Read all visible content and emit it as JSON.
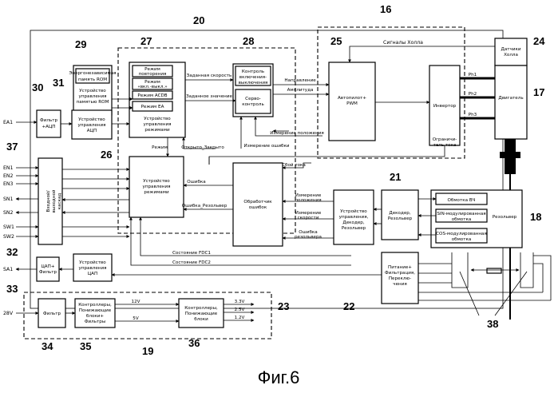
{
  "figure": {
    "caption": "Фиг.6"
  },
  "numbers": {
    "n16": "16",
    "n17": "17",
    "n18": "18",
    "n19": "19",
    "n20": "20",
    "n21": "21",
    "n22": "22",
    "n23": "23",
    "n24": "24",
    "n25": "25",
    "n26": "26",
    "n27": "27",
    "n28": "28",
    "n29": "29",
    "n30": "30",
    "n31": "31",
    "n32": "32",
    "n33": "33",
    "n34": "34",
    "n35": "35",
    "n36": "36",
    "n37": "37",
    "n38": "38"
  },
  "blocks": {
    "rom_l1": "Энергонезависимая",
    "rom_l2": "память ROM",
    "romctl_l1": "Устройство",
    "romctl_l2": "управления",
    "romctl_l3": "памятью ROM",
    "filter_adc_l1": "Фильтр",
    "filter_adc_l2": "+АЦП",
    "adcctl_l1": "Устройство",
    "adcctl_l2": "управления",
    "adcctl_l3": "АЦП",
    "mode_follow_l1": "Режим",
    "mode_follow_l2": "повторения",
    "mode_onoff_l1": "Режим",
    "mode_onoff_l2": "«вкл.-выкл.»",
    "mode_acdb": "Режим ACDB",
    "mode_ea": "Режим EA",
    "modectl_l1": "Устройство",
    "modectl_l2": "управления",
    "modectl_l3": "режимами",
    "onoff_ctl_l1": "Контроль",
    "onoff_ctl_l2": "включения-",
    "onoff_ctl_l3": "выключения",
    "servo_l1": "Серво-",
    "servo_l2": "контроль",
    "autopilot_l1": "Автопилот+",
    "autopilot_l2": "PWM",
    "inverter": "Инвертор",
    "current_limit_l1": "Ограничи-",
    "current_limit_l2": "тель тока",
    "hall_l1": "Датчики",
    "hall_l2": "Холла",
    "motor": "Двигатель",
    "io_l1": "Входной/",
    "io_l2": "выходной",
    "io_l3": "каскад",
    "modectl2_l1": "Устройство",
    "modectl2_l2": "управления",
    "modectl2_l3": "режимами",
    "fault_l1": "Обработчик",
    "fault_l2": "ошибок",
    "ctl_dec_l1": "Устройство",
    "ctl_dec_l2": "управления,",
    "ctl_dec_l3": "Декодер,",
    "ctl_dec_l4": "Резольвер",
    "decoder_l1": "Декодер,",
    "decoder_l2": "Резольвер",
    "hf_winding": "Обмотка ВЧ",
    "sin_l1": "SIN-модулированная",
    "sin_l2": "обмотка",
    "cos_l1": "COS-модулированная",
    "cos_l2": "обмотка",
    "resolver": "Резольвер",
    "dac_l1": "ЦАП+",
    "dac_l2": "Фильтр",
    "dacctl_l1": "Устройство",
    "dacctl_l2": "управления",
    "dacctl_l3": "ЦАП",
    "power_l1": "Питание+",
    "power_l2": "Фильтрация,",
    "power_l3": "Переклю-",
    "power_l4": "чения",
    "filter28": "Фильтр",
    "ctl35_l1": "Контроллеры,",
    "ctl35_l2": "Понижающие",
    "ctl35_l3": "блоки+",
    "ctl35_l4": "Фильтры",
    "ctl36_l1": "Контроллеры,",
    "ctl36_l2": "Понижающие",
    "ctl36_l3": "блоки"
  },
  "signals": {
    "hall_signals": "Сигналы Холла",
    "set_speed": "Заданная скорость",
    "set_value": "Заданное значение",
    "direction": "Направление",
    "amplitude": "Амплитуда",
    "ph1": "Ph1",
    "ph2": "Ph2",
    "ph3": "Ph3",
    "pos_meas": "Измерение положения",
    "err_meas": "Измерение ошибки",
    "mode": "Режим",
    "open_close": "Открыто_Закрыто",
    "current_fail": "Сбой тока",
    "error": "Ошибка",
    "error_resolver": "Ошибка_Резольвер",
    "pos_meas2_l1": "Измерение",
    "pos_meas2_l2": "положения",
    "speed_meas_l1": "Измерение",
    "speed_meas_l2": "скорости",
    "res_err_l1": "Ошибка",
    "res_err_l2": "резольвера",
    "fdc1": "Состояние FDC1",
    "fdc2": "Состояние FDC2",
    "v12": "12V",
    "v5": "5V",
    "v33": "3.3V",
    "v25": "2.5V",
    "v12b": "1.2V"
  },
  "ports": {
    "ea1": "EA1",
    "en1": "EN1",
    "en2": "EN2",
    "en3": "EN3",
    "sn1": "SN1",
    "sn2": "SN2",
    "sw1": "SW1",
    "sw2": "SW2",
    "sa1": "SA1",
    "v28": "28V"
  }
}
